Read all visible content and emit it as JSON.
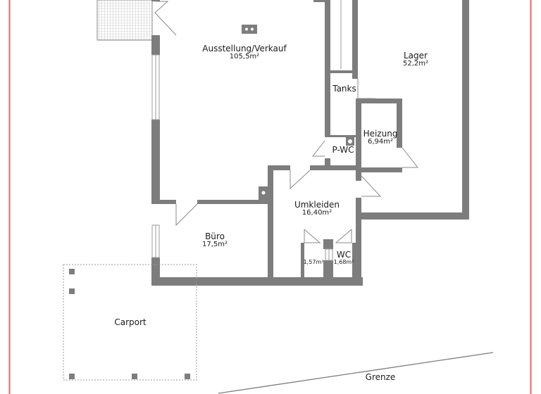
{
  "colors": {
    "wall": "#7d7d7d",
    "border": "#e8636a",
    "door": "#8a8a8a",
    "hatch": "#9a9a9a",
    "text": "#1a1a1a",
    "background": "#ffffff"
  },
  "rooms": [
    {
      "id": "ausstellung",
      "name": "Ausstellung/Verkauf",
      "area": "105,5m²"
    },
    {
      "id": "lager",
      "name": "Lager",
      "area": "52,2m²"
    },
    {
      "id": "tanks",
      "name": "Tanks",
      "area": ""
    },
    {
      "id": "heizung",
      "name": "Heizung",
      "area": "6,94m²"
    },
    {
      "id": "pwc",
      "name": "P-WC",
      "area": ""
    },
    {
      "id": "umkleiden",
      "name": "Umkleiden",
      "area": "16,40m²"
    },
    {
      "id": "buero",
      "name": "Büro",
      "area": "17,5m²"
    },
    {
      "id": "shower",
      "name": "",
      "area": "1,57m²"
    },
    {
      "id": "wc",
      "name": "WC",
      "area": "1,68m²"
    }
  ],
  "outdoor": {
    "carport": "Carport",
    "boundary": "Grenze"
  }
}
